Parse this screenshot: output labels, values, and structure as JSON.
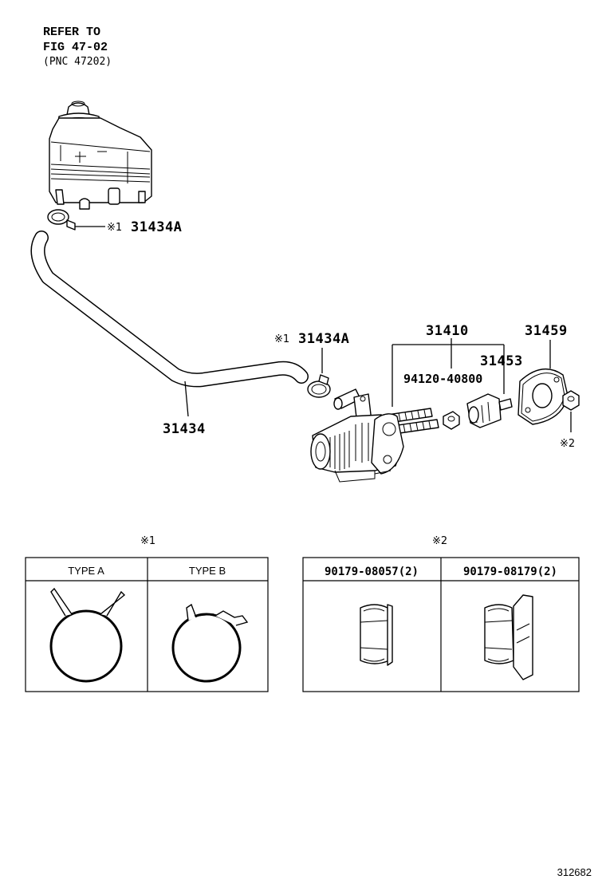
{
  "reference": {
    "line1": "REFER TO",
    "line2": "FIG 47-02",
    "line3": "(PNC 47202)"
  },
  "callouts": {
    "clamp_top": {
      "mark": "※1",
      "part": "31434A"
    },
    "clamp_mid": {
      "mark": "※1",
      "part": "31434A"
    },
    "hose": "31434",
    "cylinder_assy": "31410",
    "bolt_nut": "94120-40800",
    "push_rod": "31453",
    "gasket": "31459",
    "nut_mark": "※2"
  },
  "table1": {
    "mark": "※1",
    "headers": [
      "TYPE A",
      "TYPE B"
    ]
  },
  "table2": {
    "mark": "※2",
    "headers": [
      "90179-08057(2)",
      "90179-08179(2)"
    ]
  },
  "footer_id": "312682"
}
